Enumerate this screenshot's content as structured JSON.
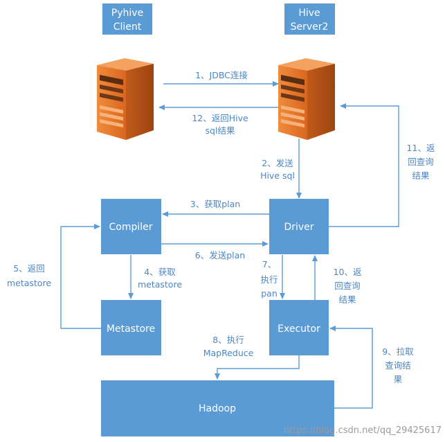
{
  "headers": {
    "pyhive": [
      "Pyhive",
      "Client"
    ],
    "hiveserver2": [
      "Hive",
      "Server2"
    ]
  },
  "nodes": {
    "compiler": "Compiler",
    "driver": "Driver",
    "metastore": "Metastore",
    "executor": "Executor",
    "hadoop": "Hadoop"
  },
  "edges": {
    "e1": [
      "1、JDBC连接"
    ],
    "e12": [
      "12、返回Hive",
      "sql结果"
    ],
    "e2": [
      "2、发送",
      "Hive sql"
    ],
    "e3": [
      "3、获取plan"
    ],
    "e6": [
      "6、发送plan"
    ],
    "e4": [
      "4、获取",
      "metastore"
    ],
    "e5": [
      "5、返回",
      "metastore"
    ],
    "e7": [
      "7、",
      "执行",
      "pan"
    ],
    "e8": [
      "8、执行",
      "MapReduce"
    ],
    "e9": [
      "9、拉取",
      "查询结",
      "果"
    ],
    "e10": [
      "10、返",
      "回查询",
      "结果"
    ],
    "e11": [
      "11、返",
      "回查询",
      "结果"
    ]
  },
  "watermark": "https://blog.csdn.net/qq_29425617",
  "colors": {
    "box": "#5b9bd5",
    "arrow": "#5b9bd5",
    "label": "#4a86c5",
    "server_body": "#e97a2e",
    "server_dark": "#b8561a"
  },
  "icons": [
    "server-icon",
    "server-icon"
  ]
}
